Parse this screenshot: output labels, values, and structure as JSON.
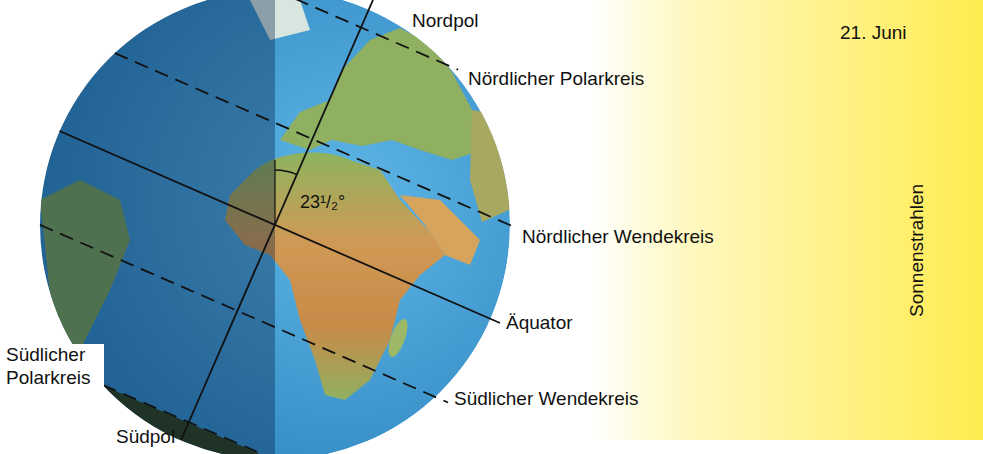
{
  "diagram": {
    "labels": [
      "Nordpol",
      "Nördlicher Polarkreis",
      "21. Juni",
      "23¹/₂°",
      "Nördlicher Wendekreis",
      "Sonnenstrahlen",
      "Äquator",
      "Südlicher Polarkreis",
      "Südlicher Wendekreis",
      "Südpol"
    ]
  }
}
